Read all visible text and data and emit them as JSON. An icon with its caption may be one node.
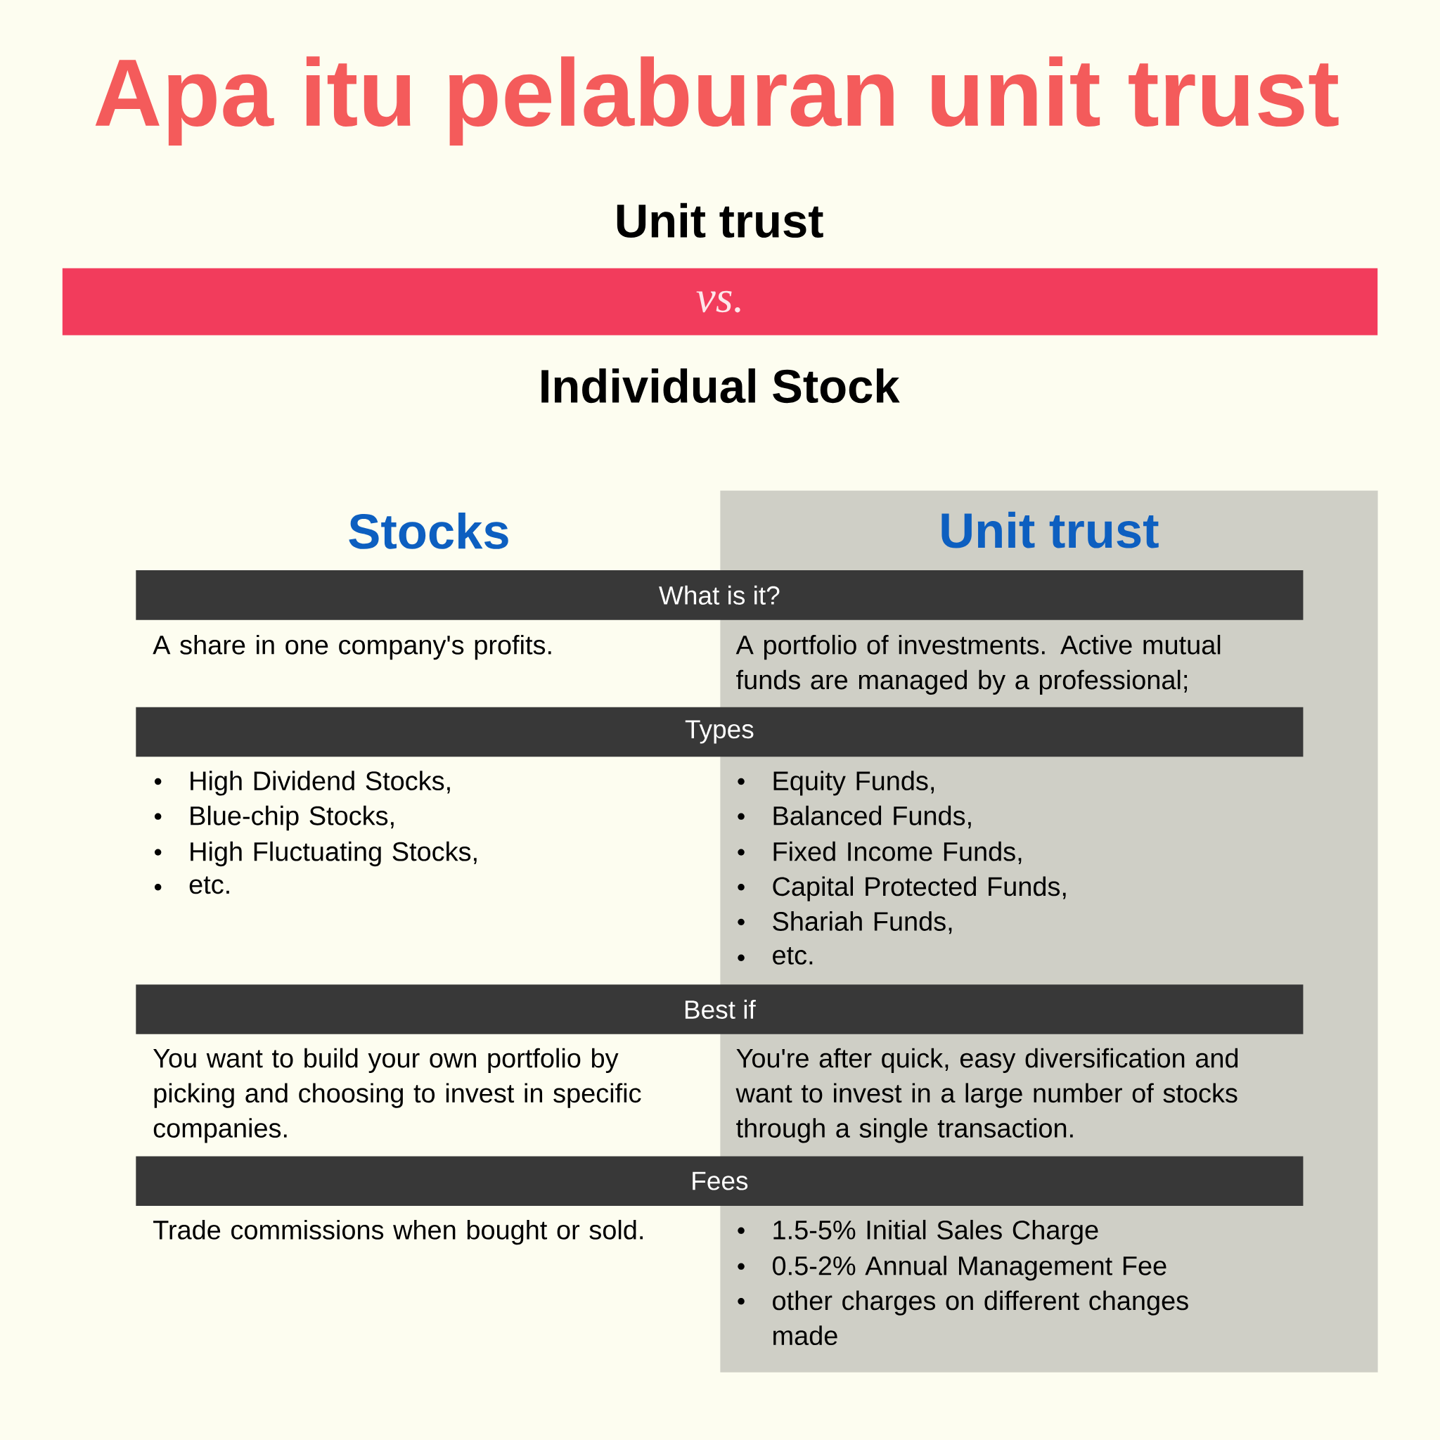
{
  "diagram": {
    "title": "Apa itu pelaburan unit trust",
    "nodes": [
      {
        "text": [
          "vs."
        ]
      },
      {
        "text": [
          "Unit trust"
        ]
      },
      {
        "text": [
          "What is it?"
        ]
      },
      {
        "text": [
          "Types"
        ]
      },
      {
        "text": [
          "Best if"
        ]
      },
      {
        "text": [
          "Fees"
        ]
      }
    ],
    "labels": [
      "Unit trust",
      "Individual Stock",
      "Stocks",
      "A share in one company's profits.",
      "A portfolio of investments. Active mutual funds are managed by a professional;",
      "High Dividend Stocks,",
      "Blue-chip Stocks,",
      "High Fluctuating Stocks,",
      "etc.",
      "Equity Funds,",
      "Balanced Funds,",
      "Fixed Income Funds,",
      "Capital Protected Funds,",
      "Shariah Funds,",
      "etc.",
      "You want to build your own portfolio by picking and choosing to invest in specific companies.",
      "You're after quick, easy diversification and want to invest in a large number of stocks through a single transaction.",
      "Trade commissions when bought or sold.",
      "1.5-5% Initial Sales Charge",
      "0.5-2% Annual Management Fee",
      "other charges on different changes made"
    ]
  }
}
